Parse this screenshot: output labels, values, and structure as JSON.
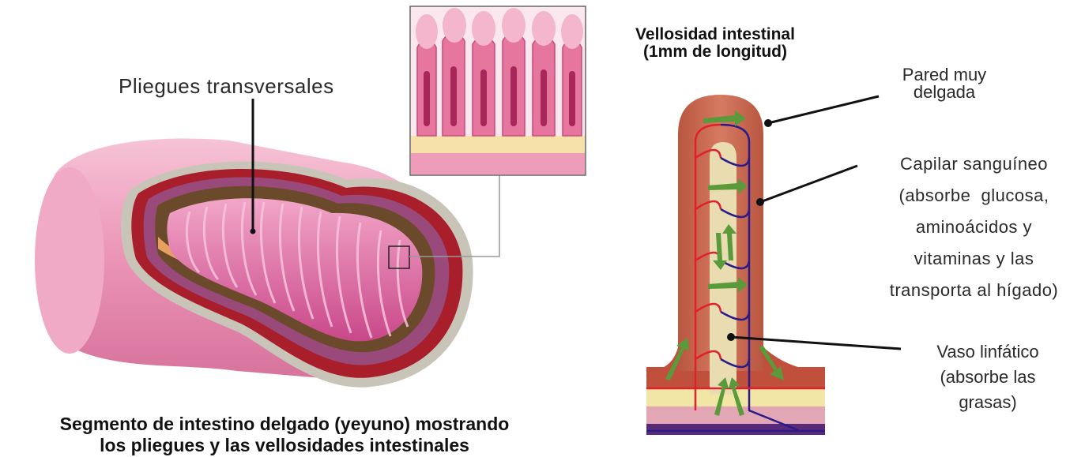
{
  "labels": {
    "folds": "Pliegues transversales",
    "segment_title": [
      "Segmento de intestino delgado (yeyuno) mostrando",
      "los pliegues y las vellosidades intestinales"
    ],
    "villus_title": [
      "Vellosidad intestinal",
      "(1mm de longitud)"
    ],
    "wall": [
      "Pared muy",
      "delgada"
    ],
    "capillary": [
      "Capilar sanguíneo",
      "(absorbe  glucosa,",
      "aminoácidos y",
      "vitaminas y las",
      "transporta al hígado)"
    ],
    "lymph": [
      "Vaso linfático",
      "(absorbe las",
      "grasas)"
    ]
  },
  "colors": {
    "outer_pink": "#e98fb2",
    "muscle_red": "#a81e2a",
    "mucosa_purple": "#9a4a7a",
    "submucosa_brown": "#6a4a2a",
    "villi_pink": "#d9589a",
    "villus_body": "#c86a52",
    "capillary_red": "#e0202a",
    "capillary_blue": "#2a1a8a",
    "lacteal": "#e8dcb0",
    "arrow_green": "#5a9a3a"
  }
}
